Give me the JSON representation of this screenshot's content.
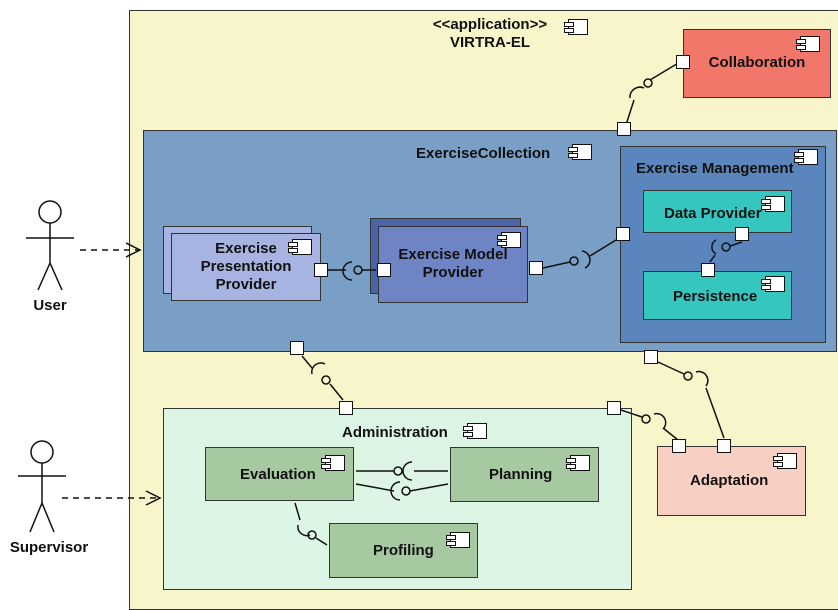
{
  "application": {
    "stereotype": "<<application>>",
    "name": "VIRTRA-EL"
  },
  "actors": {
    "user": "User",
    "supervisor": "Supervisor"
  },
  "components": {
    "collaboration": "Collaboration",
    "exercise_collection": "ExerciseCollection",
    "exercise_presentation_provider": [
      "Exercise",
      "Presentation",
      "Provider"
    ],
    "exercise_model_provider": [
      "Exercise Model",
      "Provider"
    ],
    "exercise_management": "Exercise Management",
    "data_provider": "Data Provider",
    "persistence": "Persistence",
    "administration": "Administration",
    "evaluation": "Evaluation",
    "planning": "Planning",
    "profiling": "Profiling",
    "adaptation": "Adaptation"
  },
  "colors": {
    "application_bg": "#f7f5c9",
    "collection_bg": "#7a9fc6",
    "management_bg": "#5a86bd",
    "presentation_bg": "#a7b4e1",
    "model_bg": "#6f84c4",
    "teal": "#36c6c0",
    "collaboration_bg": "#f2776b",
    "administration_bg": "#dcf5e4",
    "admin_child_bg": "#a7c9a2",
    "adaptation_bg": "#f8cfc3"
  }
}
